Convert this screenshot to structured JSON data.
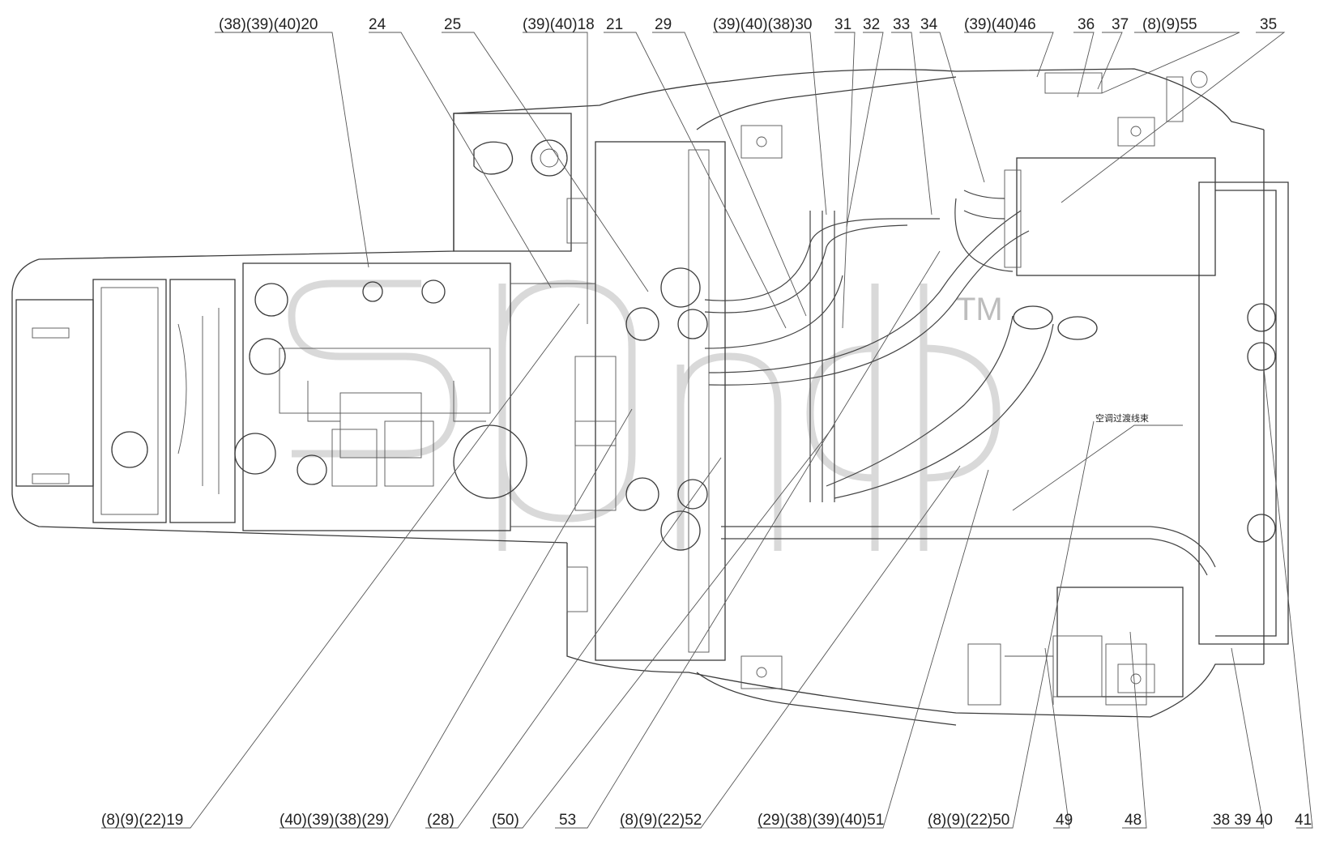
{
  "labels_top": [
    {
      "id": "t1",
      "text": "(38)(39)(40)20"
    },
    {
      "id": "t2",
      "text": "24"
    },
    {
      "id": "t3",
      "text": "25"
    },
    {
      "id": "t4",
      "text": "(39)(40)18"
    },
    {
      "id": "t5",
      "text": "21"
    },
    {
      "id": "t6",
      "text": "29"
    },
    {
      "id": "t7",
      "text": "(39)(40)(38)30"
    },
    {
      "id": "t8",
      "text": "31"
    },
    {
      "id": "t9",
      "text": "32"
    },
    {
      "id": "t10",
      "text": "33"
    },
    {
      "id": "t11",
      "text": "34"
    },
    {
      "id": "t12",
      "text": "(39)(40)46"
    },
    {
      "id": "t13",
      "text": "36"
    },
    {
      "id": "t14",
      "text": "37"
    },
    {
      "id": "t15",
      "text": "(8)(9)55"
    },
    {
      "id": "t16",
      "text": "35"
    }
  ],
  "labels_bottom": [
    {
      "id": "b1",
      "text": "(8)(9)(22)19"
    },
    {
      "id": "b2",
      "text": "(40)(39)(38)(29)"
    },
    {
      "id": "b3",
      "text": "(28)"
    },
    {
      "id": "b4",
      "text": "(50)"
    },
    {
      "id": "b5",
      "text": "53"
    },
    {
      "id": "b6",
      "text": "(8)(9)(22)52"
    },
    {
      "id": "b7",
      "text": "(29)(38)(39)(40)51"
    },
    {
      "id": "b8",
      "text": "(8)(9)(22)50"
    },
    {
      "id": "b9",
      "text": "49"
    },
    {
      "id": "b10",
      "text": "48"
    },
    {
      "id": "b11",
      "text": "38 39 40"
    },
    {
      "id": "b12",
      "text": "41"
    }
  ],
  "annotation": {
    "text": "空调过渡线束"
  },
  "watermark": {
    "tm": "TM"
  }
}
